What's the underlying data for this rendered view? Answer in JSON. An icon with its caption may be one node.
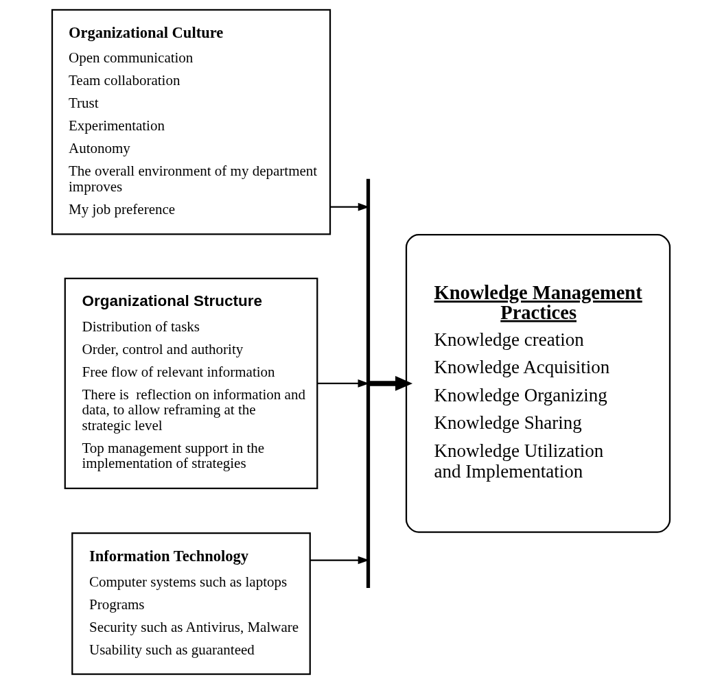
{
  "diagram": {
    "nodes": [
      {
        "text": [
          "Organizational Culture",
          "Open communication",
          "Team collaboration",
          "Trust",
          "Experimentation",
          "Autonomy",
          "The overall environment of my department improves",
          "My job preference"
        ]
      },
      {
        "text": [
          "Organizational Structure",
          "Distribution of tasks",
          "Order, control and authority",
          "Free flow of relevant information",
          "There is  reflection on information and data, to allow reframing at the strategic level",
          "Top management support in the implementation of strategies"
        ]
      },
      {
        "text": [
          "Information Technology",
          "Computer systems such as laptops",
          "Programs",
          "Security such as Antivirus, Malware",
          "Usability such as guaranteed"
        ]
      },
      {
        "text": [],
        "shape": "bar"
      },
      {
        "text": [
          "Knowledge Management Practices",
          "Knowledge creation",
          "Knowledge Acquisition",
          "Knowledge Organizing",
          "Knowledge Sharing",
          "Knowledge Utilization and Implementation"
        ]
      }
    ],
    "edges": [
      {
        "from": 0,
        "to": 3,
        "arrow": "to"
      },
      {
        "from": 1,
        "to": 3,
        "arrow": "to"
      },
      {
        "from": 2,
        "to": 3,
        "arrow": "to"
      },
      {
        "from": 3,
        "to": 4,
        "arrow": "to",
        "style": "thick"
      }
    ]
  }
}
